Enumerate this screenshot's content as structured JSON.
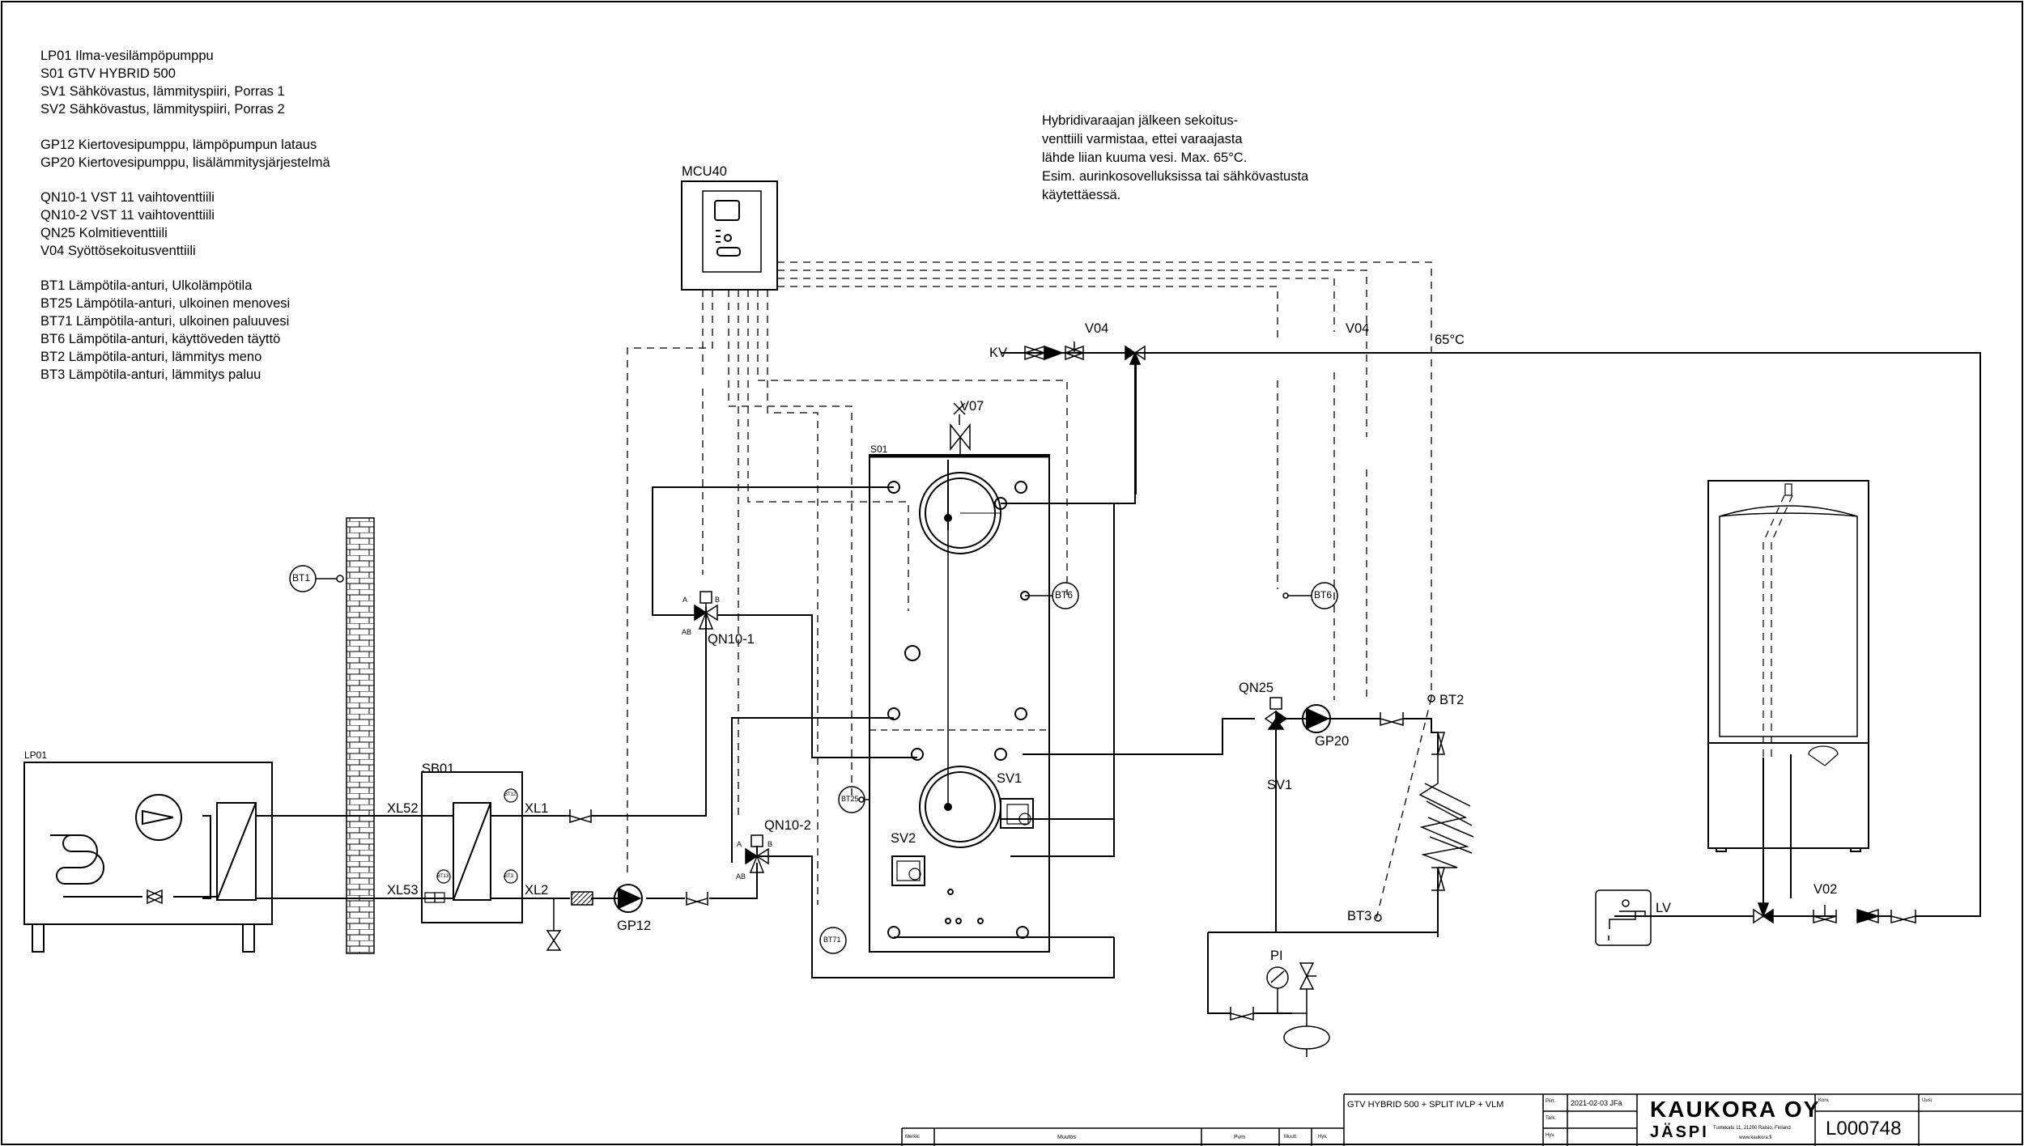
{
  "legend": {
    "g1": [
      "LP01 Ilma-vesilämpöpumppu",
      "S01 GTV HYBRID 500",
      "SV1 Sähkövastus, lämmityspiiri, Porras 1",
      "SV2 Sähkövastus, lämmityspiiri, Porras 2"
    ],
    "g2": [
      "GP12 Kiertovesipumppu, lämpöpumpun lataus",
      "GP20 Kiertovesipumppu, lisälämmitysjärjestelmä"
    ],
    "g3": [
      "QN10-1 VST 11 vaihtoventtiili",
      "QN10-2 VST 11 vaihtoventtiili",
      "QN25 Kolmitieventtiili",
      "V04 Syöttösekoitusventtiili"
    ],
    "g4": [
      "BT1 Lämpötila-anturi, Ulkolämpötila",
      "BT25 Lämpötila-anturi, ulkoinen menovesi",
      "BT71 Lämpötila-anturi, ulkoinen paluuvesi",
      "BT6 Lämpötila-anturi, käyttöveden täyttö",
      "BT2 Lämpötila-anturi, lämmitys meno",
      "BT3 Lämpötila-anturi, lämmitys paluu"
    ]
  },
  "note": [
    "Hybridivaraajan jälkeen sekoitus-",
    "venttiili varmistaa, ettei varaajasta",
    "lähde liian kuuma vesi. Max. 65°C.",
    "Esim. aurinkosovelluksissa tai sähkövastusta",
    "käytettäessä."
  ],
  "labels": {
    "mcu40": "MCU40",
    "kv": "KV",
    "v04_left": "V04",
    "v04_right": "V04",
    "temp_65": "65°C",
    "v07": "V07",
    "s01": "S01",
    "bt1": "BT1",
    "bt6_tank": "BT6",
    "bt6_right": "BT6",
    "bt25": "BT25",
    "bt71": "BT71",
    "bt2": "BT2",
    "bt3": "BT3",
    "qn10_1": "QN10-1",
    "qn10_2": "QN10-2",
    "qn25": "QN25",
    "gp20": "GP20",
    "gp12": "GP12",
    "sv1_tank": "SV1",
    "sv1_line": "SV1",
    "sv2": "SV2",
    "lp01": "LP01",
    "sb01": "SB01",
    "xl52": "XL52",
    "xl53": "XL53",
    "xl1": "XL1",
    "xl2": "XL2",
    "pi": "PI",
    "lv": "LV",
    "v02": "V02",
    "port_a1": "A",
    "port_b1": "B",
    "port_ab1": "AB",
    "port_a2": "A",
    "port_b2": "B",
    "port_ab2": "AB",
    "bt12": "BT12",
    "bt13": "BT13",
    "bt3_sb": "BT3"
  },
  "titleblock": {
    "title": "GTV HYBRID 500 + SPLIT IVLP + VLM",
    "piirt_label": "Piirt.",
    "piirt_value": "2021-02-03 JFä",
    "tark_label": "Tark.",
    "hyv_label": "Hyv.",
    "muutos_no": "Merkki",
    "muutos": "Muutos",
    "pvm": "Pvm",
    "muutt": "Muutt.",
    "hyv2": "Hyv.",
    "company": "KAUKORA OY",
    "brand": "JÄSPI",
    "address": "Tuotekatu 11, 21200 Raisio, Finland",
    "web": "www.kaukora.fi",
    "korv_label": "Korv.",
    "uusi_label": "Uusi",
    "doc_no": "L000748"
  }
}
